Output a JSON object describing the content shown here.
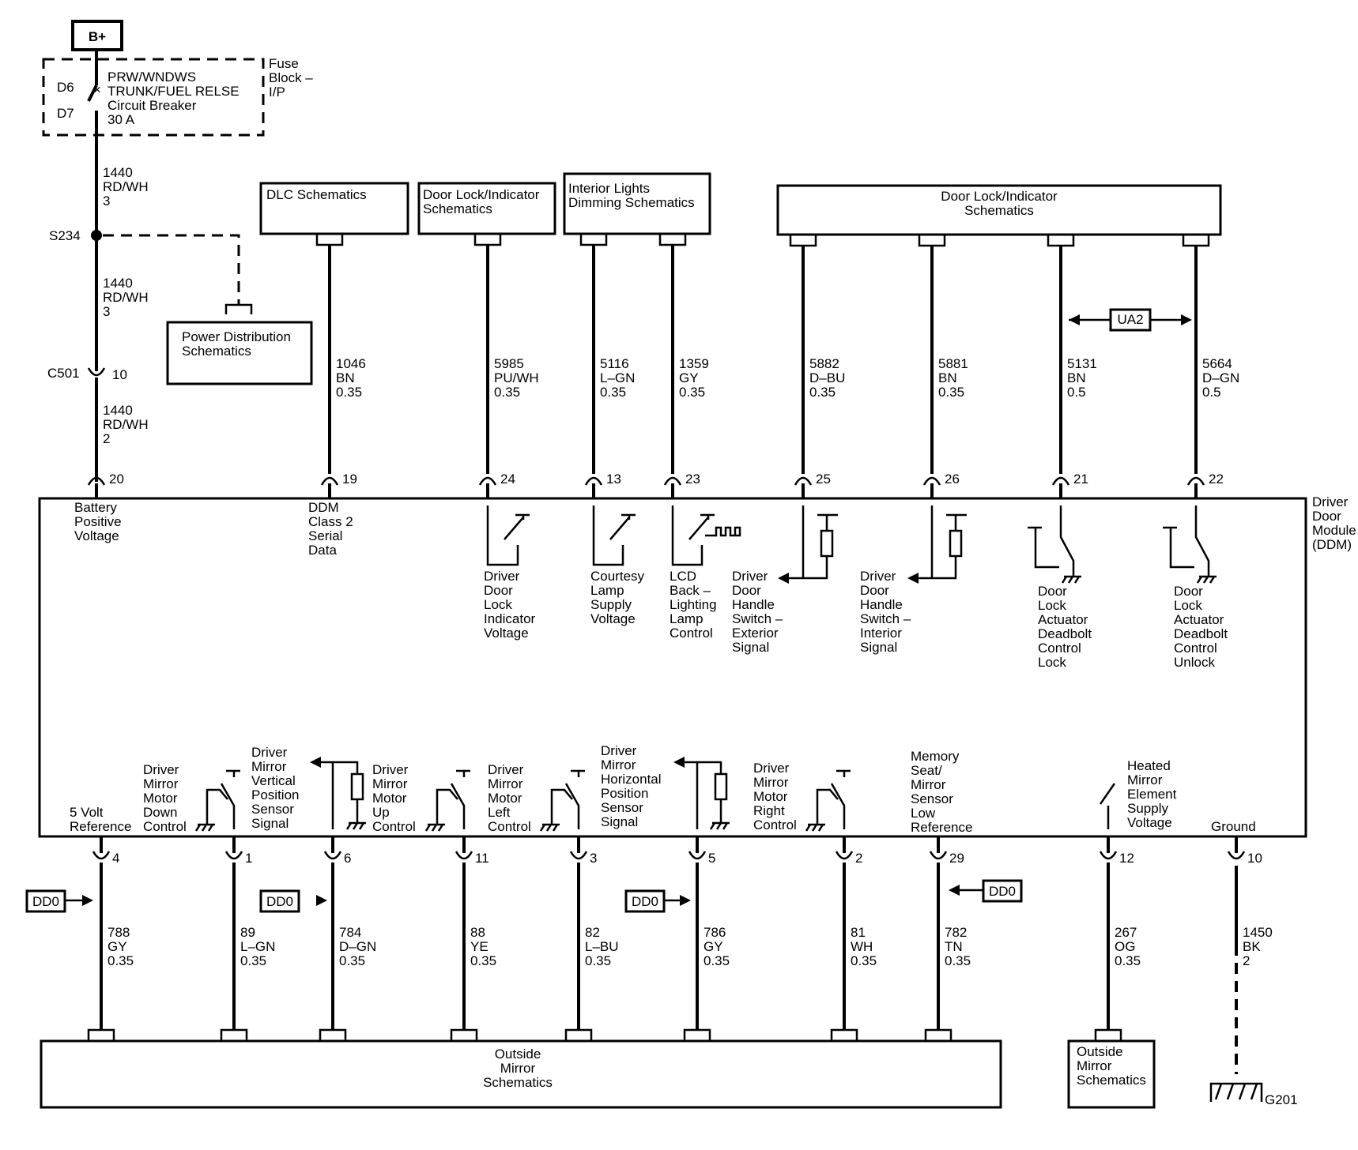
{
  "power": {
    "bplus": "B+",
    "fuse_block": [
      "Fuse",
      "Block –",
      "I/P"
    ],
    "breaker": [
      "PRW/WNDWS",
      "TRUNK/FUEL RELSE",
      "Circuit Breaker",
      "30 A"
    ],
    "pin_d6": "D6",
    "pin_d7": "D7",
    "splice": "S234",
    "connector": "C501",
    "connector_pin": "10",
    "wire_top": [
      "1440",
      "RD/WH",
      "3"
    ],
    "wire_mid": [
      "1440",
      "RD/WH",
      "3"
    ],
    "wire_low": [
      "1440",
      "RD/WH",
      "2"
    ],
    "power_dist_box": [
      "Power Distribution",
      "Schematics"
    ]
  },
  "module": {
    "name": [
      "Driver",
      "Door",
      "Module",
      "(DDM)"
    ]
  },
  "top_boxes": [
    {
      "id": "dlc",
      "lines": [
        "DLC Schematics"
      ]
    },
    {
      "id": "door-lock-1",
      "lines": [
        "Door Lock/Indicator",
        "Schematics"
      ]
    },
    {
      "id": "interior-lights",
      "lines": [
        "Interior Lights",
        "Dimming Schematics"
      ]
    },
    {
      "id": "door-lock-2",
      "lines": [
        "Door Lock/Indicator",
        "Schematics"
      ]
    }
  ],
  "ua2": "UA2",
  "top_circuits": [
    {
      "pin": "20",
      "wire": [],
      "label": [
        "Battery",
        "Positive",
        "Voltage"
      ]
    },
    {
      "pin": "19",
      "wire": [
        "1046",
        "BN",
        "0.35"
      ],
      "label": [
        "DDM",
        "Class 2",
        "Serial",
        "Data"
      ]
    },
    {
      "pin": "24",
      "wire": [
        "5985",
        "PU/WH",
        "0.35"
      ],
      "label": [
        "Driver",
        "Door",
        "Lock",
        "Indicator",
        "Voltage"
      ]
    },
    {
      "pin": "13",
      "wire": [
        "5116",
        "L–GN",
        "0.35"
      ],
      "label": [
        "Courtesy",
        "Lamp",
        "Supply",
        "Voltage"
      ]
    },
    {
      "pin": "23",
      "wire": [
        "1359",
        "GY",
        "0.35"
      ],
      "label": [
        "LCD",
        "Back –",
        "Lighting",
        "Lamp",
        "Control"
      ]
    },
    {
      "pin": "25",
      "wire": [
        "5882",
        "D–BU",
        "0.35"
      ],
      "label": [
        "Driver",
        "Door",
        "Handle",
        "Switch –",
        "Exterior",
        "Signal"
      ]
    },
    {
      "pin": "26",
      "wire": [
        "5881",
        "BN",
        "0.35"
      ],
      "label": [
        "Driver",
        "Door",
        "Handle",
        "Switch –",
        "Interior",
        "Signal"
      ]
    },
    {
      "pin": "21",
      "wire": [
        "5131",
        "BN",
        "0.5"
      ],
      "label": [
        "Door",
        "Lock",
        "Actuator",
        "Deadbolt",
        "Control",
        "Lock"
      ]
    },
    {
      "pin": "22",
      "wire": [
        "5664",
        "D–GN",
        "0.5"
      ],
      "label": [
        "Door",
        "Lock",
        "Actuator",
        "Deadbolt",
        "Control",
        "Unlock"
      ]
    }
  ],
  "bottom_circuits": [
    {
      "pin": "4",
      "wire": [
        "788",
        "GY",
        "0.35"
      ],
      "label": [
        "5 Volt",
        "Reference"
      ]
    },
    {
      "pin": "1",
      "wire": [
        "89",
        "L–GN",
        "0.35"
      ],
      "label": [
        "Driver",
        "Mirror",
        "Motor",
        "Down",
        "Control"
      ]
    },
    {
      "pin": "6",
      "wire": [
        "784",
        "D–GN",
        "0.35"
      ],
      "label": [
        "Driver",
        "Mirror",
        "Vertical",
        "Position",
        "Sensor",
        "Signal"
      ]
    },
    {
      "pin": "11",
      "wire": [
        "88",
        "YE",
        "0.35"
      ],
      "label": [
        "Driver",
        "Mirror",
        "Motor",
        "Up",
        "Control"
      ]
    },
    {
      "pin": "3",
      "wire": [
        "82",
        "L–BU",
        "0.35"
      ],
      "label": [
        "Driver",
        "Mirror",
        "Motor",
        "Left",
        "Control"
      ]
    },
    {
      "pin": "5",
      "wire": [
        "786",
        "GY",
        "0.35"
      ],
      "label": [
        "Driver",
        "Mirror",
        "Horizontal",
        "Position",
        "Sensor",
        "Signal"
      ]
    },
    {
      "pin": "2",
      "wire": [
        "81",
        "WH",
        "0.35"
      ],
      "label": [
        "Driver",
        "Mirror",
        "Motor",
        "Right",
        "Control"
      ]
    },
    {
      "pin": "29",
      "wire": [
        "782",
        "TN",
        "0.35"
      ],
      "label": [
        "Memory",
        "Seat/",
        "Mirror",
        "Sensor",
        "Low",
        "Reference"
      ]
    },
    {
      "pin": "12",
      "wire": [
        "267",
        "OG",
        "0.35"
      ],
      "label": [
        "Heated",
        "Mirror",
        "Element",
        "Supply",
        "Voltage"
      ]
    },
    {
      "pin": "10",
      "wire": [
        "1450",
        "BK",
        "2"
      ],
      "label": [
        "Ground"
      ]
    }
  ],
  "dd0": "DD0",
  "bottom_boxes": [
    {
      "id": "outside-mirror-1",
      "lines": [
        "Outside",
        "Mirror",
        "Schematics"
      ]
    },
    {
      "id": "outside-mirror-2",
      "lines": [
        "Outside",
        "Mirror",
        "Schematics"
      ]
    }
  ],
  "ground_ref": "G201"
}
